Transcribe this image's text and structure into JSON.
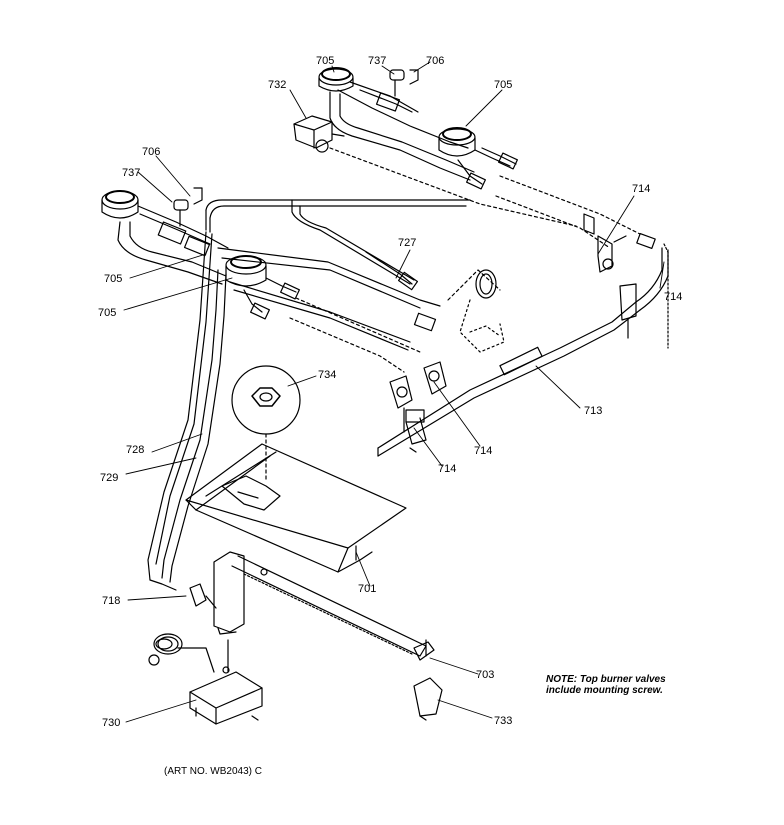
{
  "labels": {
    "p705a": "705",
    "p737a": "737",
    "p706a": "706",
    "p732": "732",
    "p705b": "705",
    "p706b": "706",
    "p737b": "737",
    "p714a": "714",
    "p727": "727",
    "p714b": "714",
    "p705c": "705",
    "p705d": "705",
    "p734": "734",
    "p713": "713",
    "p714c": "714",
    "p714d": "714",
    "p728": "728",
    "p729": "729",
    "p701": "701",
    "p718": "718",
    "p703": "703",
    "p730": "730",
    "p733": "733"
  },
  "note": {
    "line1": "NOTE: Top burner valves",
    "line2": "include mounting screw."
  },
  "art_number": "(ART NO. WB2043) C"
}
